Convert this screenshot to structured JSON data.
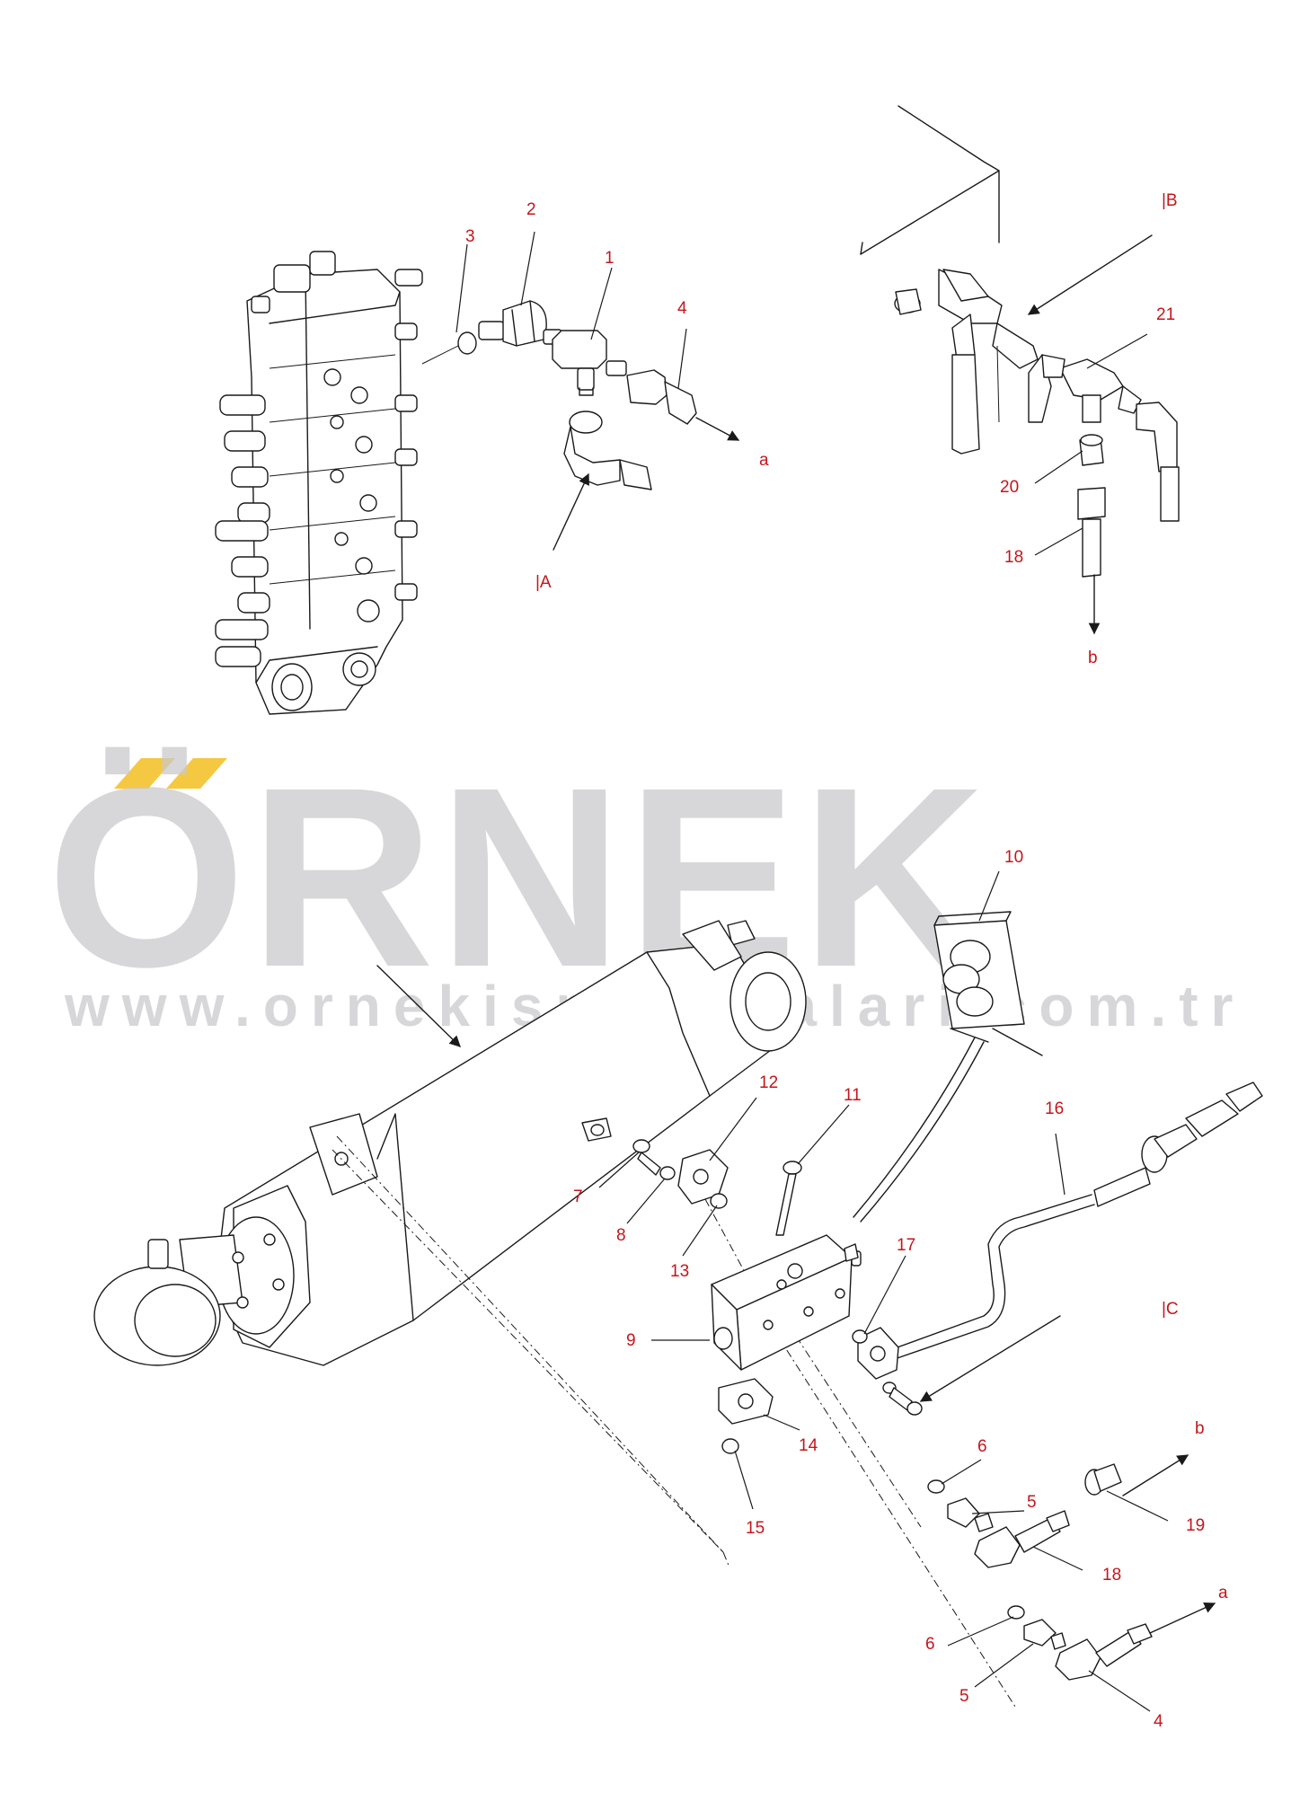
{
  "watermark": {
    "brand": "ÖRNEK",
    "url": "www.ornekismakinalari.com.tr",
    "accent_color": "#f5c842",
    "text_color": "#c9c9cc"
  },
  "callout_color": "#c4161c",
  "callouts": {
    "c1": "1",
    "c2": "2",
    "c3": "3",
    "c4_top": "4",
    "dir_a_top": "a",
    "view_A": "|A",
    "view_B": "|B",
    "c21": "21",
    "c20": "20",
    "c18_top": "18",
    "dir_b_top": "b",
    "c10": "10",
    "c12": "12",
    "c11": "11",
    "c16": "16",
    "c7": "7",
    "c8": "8",
    "c13": "13",
    "c17": "17",
    "view_C": "|C",
    "c9": "9",
    "c14": "14",
    "c15": "15",
    "c6_upper": "6",
    "c5_upper": "5",
    "dir_b_bottom": "b",
    "c19": "19",
    "c18_bottom": "18",
    "dir_a_bottom": "a",
    "c6_lower": "6",
    "c5_lower": "5",
    "c4_bottom": "4"
  }
}
